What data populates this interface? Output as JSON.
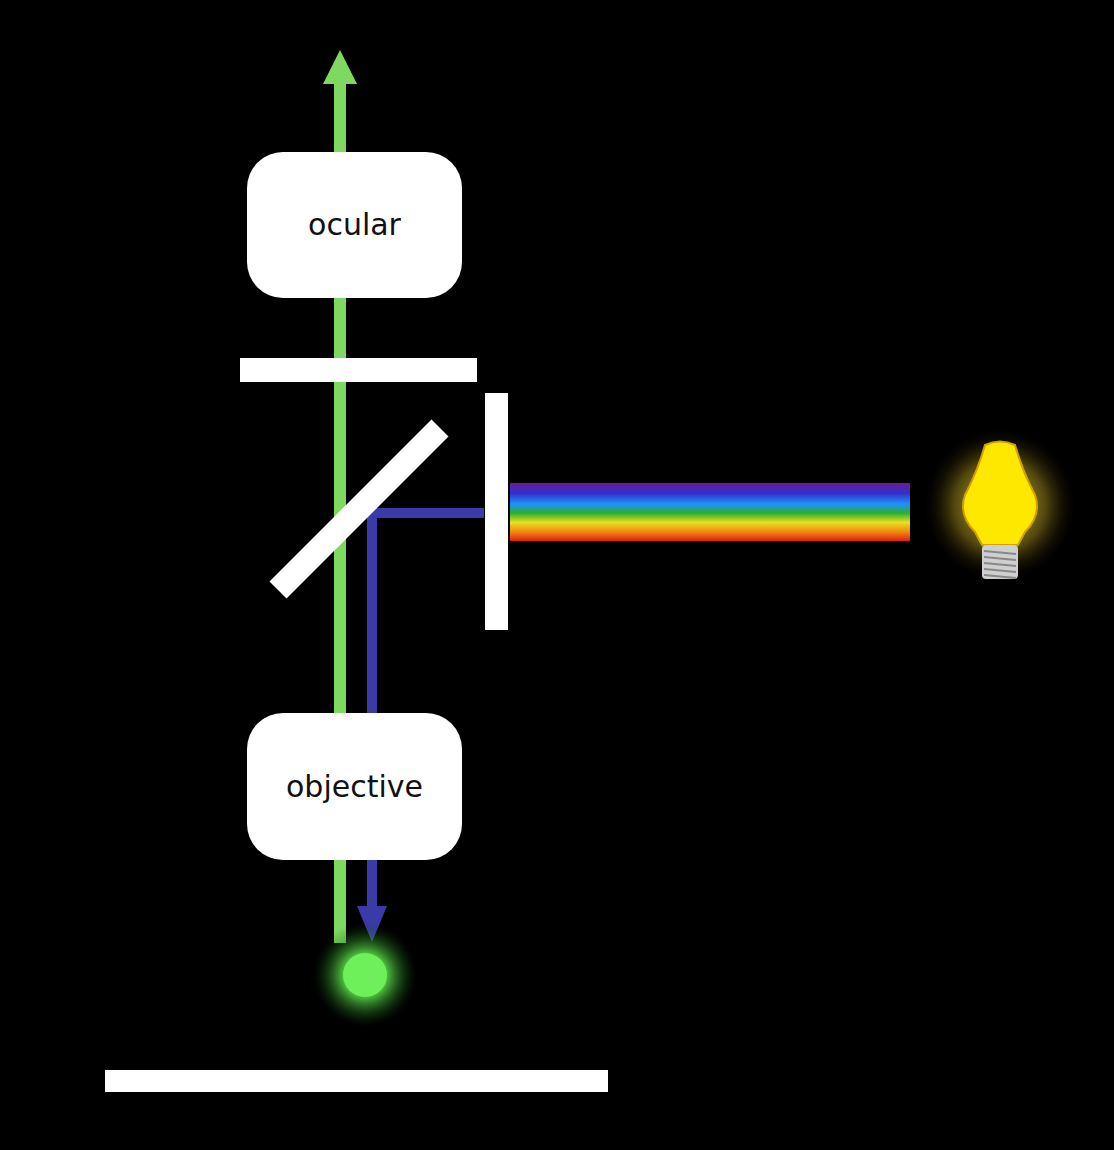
{
  "diagram": {
    "nodes": [
      {
        "text": [
          "ocular"
        ]
      },
      {
        "text": [
          "objective"
        ]
      }
    ],
    "edges": [
      {
        "from": 1,
        "to": 0,
        "arrow": "none"
      }
    ]
  }
}
